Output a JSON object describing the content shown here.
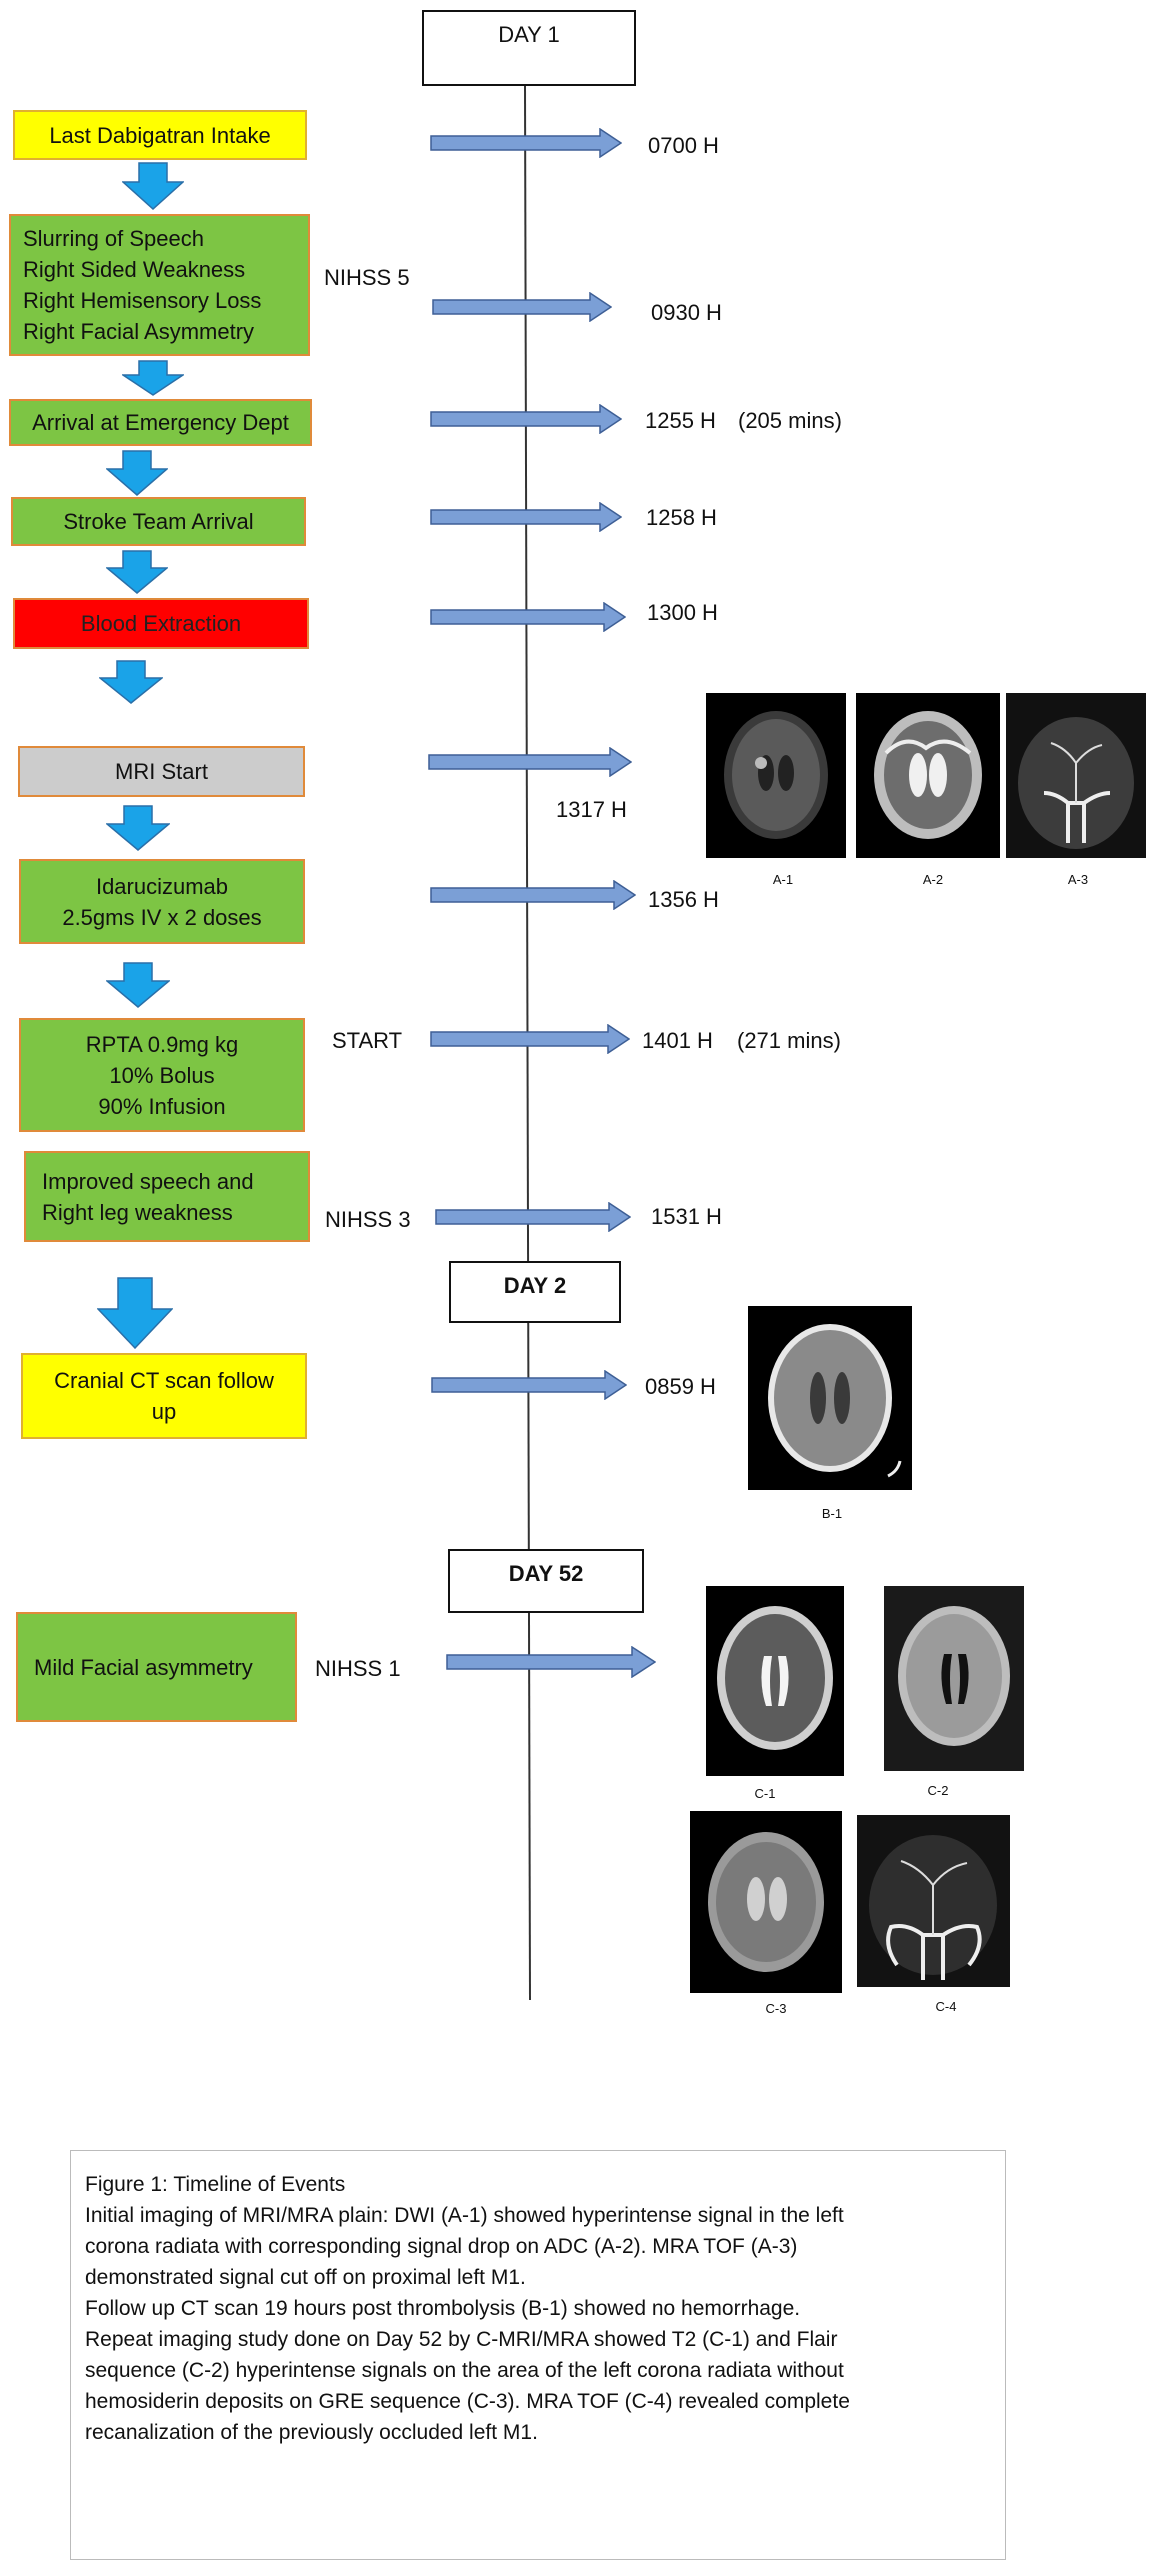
{
  "days": [
    "DAY 1",
    "DAY 2",
    "DAY 52"
  ],
  "events": [
    {
      "lines": [
        "Last Dabigatran Intake"
      ],
      "time": "0700 H"
    },
    {
      "lines": [
        "Slurring of Speech",
        "Right Sided Weakness",
        "Right Hemisensory Loss",
        "Right Facial Asymmetry"
      ],
      "note": "NIHSS 5",
      "time": "0930 H"
    },
    {
      "lines": [
        "Arrival at Emergency Dept"
      ],
      "time": "1255 H",
      "extra": "(205 mins)"
    },
    {
      "lines": [
        "Stroke Team Arrival"
      ],
      "time": "1258 H"
    },
    {
      "lines": [
        "Blood Extraction"
      ],
      "time": "1300 H"
    },
    {
      "lines": [
        "MRI Start"
      ],
      "time": "1317 H"
    },
    {
      "lines": [
        "Idarucizumab",
        "2.5gms IV x 2 doses"
      ],
      "time": "1356 H"
    },
    {
      "lines": [
        "RPTA 0.9mg kg",
        "10% Bolus",
        "90% Infusion"
      ],
      "note": "START",
      "time": "1401 H",
      "extra": "(271 mins)"
    },
    {
      "lines": [
        "Improved speech and",
        "Right leg weakness"
      ],
      "note": "NIHSS 3",
      "time": "1531 H"
    },
    {
      "lines": [
        "Cranial CT scan follow",
        "up"
      ],
      "time": "0859 H"
    },
    {
      "lines": [
        "Mild Facial asymmetry"
      ],
      "note": "NIHSS 1"
    }
  ],
  "images": {
    "a1": "A-1",
    "a2": "A-2",
    "a3": "A-3",
    "b1": "B-1",
    "c1": "C-1",
    "c2": "C-2",
    "c3": "C-3",
    "c4": "C-4"
  },
  "caption": [
    "Figure 1: Timeline of Events",
    "Initial imaging of MRI/MRA plain: DWI (A-1) showed hyperintense signal in the left",
    "corona radiata with corresponding signal drop on ADC (A-2). MRA TOF (A-3)",
    "demonstrated signal cut off on proximal left M1.",
    "Follow up CT scan 19 hours post thrombolysis (B-1) showed no hemorrhage.",
    "Repeat imaging study done on Day 52 by C-MRI/MRA showed T2 (C-1) and Flair",
    "sequence (C-2) hyperintense signals on the area of the left corona radiata without",
    "hemosiderin deposits on GRE sequence (C-3). MRA TOF (C-4) revealed complete",
    "recanalization of the previously occluded left M1."
  ],
  "colors": {
    "yellow": "#ffff00",
    "green": "#7dc544",
    "red": "#ff0000",
    "grey": "#cccccc",
    "arrow_blue": "#7b9fd6",
    "down_arrow": "#1aa3e8",
    "border_orange": "#e08a3a"
  }
}
